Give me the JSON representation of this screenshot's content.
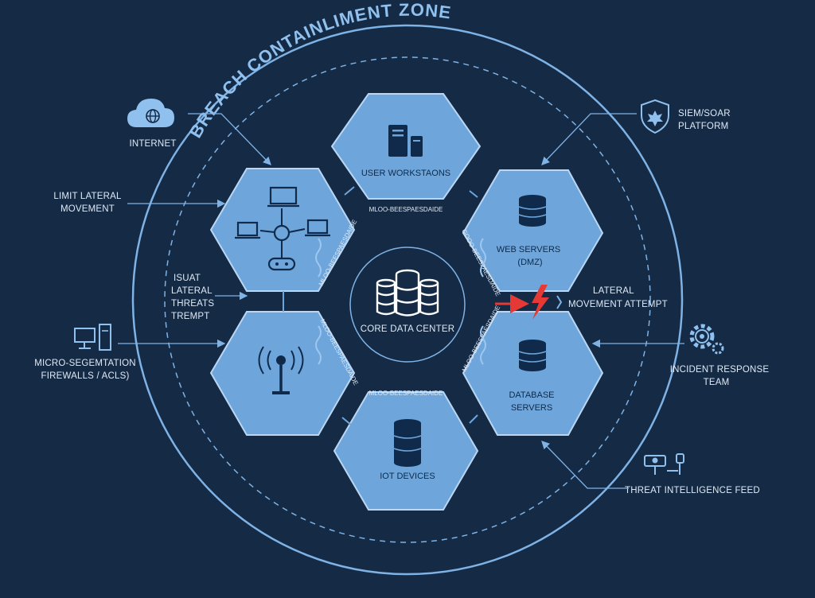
{
  "title": "BREACH CONTAINLIMENT ZONE",
  "core": {
    "label": "CORE DATA CENTER",
    "icon": "database-stack-icon"
  },
  "segments": [
    {
      "id": "user-workstations",
      "label": "USER WORKSTAONS",
      "icon": "server-tower-icon"
    },
    {
      "id": "web-servers",
      "label_line1": "WEB SERVERS",
      "label_line2": "(DMZ)",
      "icon": "database-icon"
    },
    {
      "id": "database-servers",
      "label_line1": "DATABASE",
      "label_line2": "SERVERS",
      "icon": "database-icon"
    },
    {
      "id": "iot-devices",
      "label": "IOT DEVICES",
      "icon": "database-icon"
    },
    {
      "id": "wireless",
      "label": "",
      "icon": "wireless-antenna-icon"
    },
    {
      "id": "network",
      "label": "",
      "icon": "network-topology-icon"
    }
  ],
  "firewall_texts": {
    "top": "MLOO-BEESPAESDAIDE",
    "right_upper": "GOOO-BEESPAESDAIDE",
    "left_upper": "MLOO-BEESPAESDAIDE",
    "bottom": "MLOO-BEESPAESDAIDE",
    "left_lower": "MLOO-BEESPAESDAIDE",
    "right_lower": "MLOO-BEESPAESDAIDE"
  },
  "external": {
    "internet": "INTERNET",
    "limit_lateral": [
      "LIMIT LATERAL",
      "MOVEMENT"
    ],
    "isuat": [
      "ISUAT",
      "LATERAL",
      "THREATS",
      "TREMPT"
    ],
    "microseg": [
      "MICRO-SEGEMTATION",
      "FIREWALLS / ACLS)"
    ],
    "siem": [
      "SIEM/SOAR",
      "PLATFORM"
    ],
    "lateral_attempt": [
      "LATERAL",
      "MOVEMENT ATTEMPT"
    ],
    "incident": [
      "INCIDENT RESPONSE",
      "TEAM"
    ],
    "threat_feed": "THREAT INTELLIGENCE FEED"
  },
  "colors": {
    "background": "#142a45",
    "ring": "#7fb2e5",
    "hex_fill": "#6ea6dc",
    "alert": "#e53935"
  }
}
